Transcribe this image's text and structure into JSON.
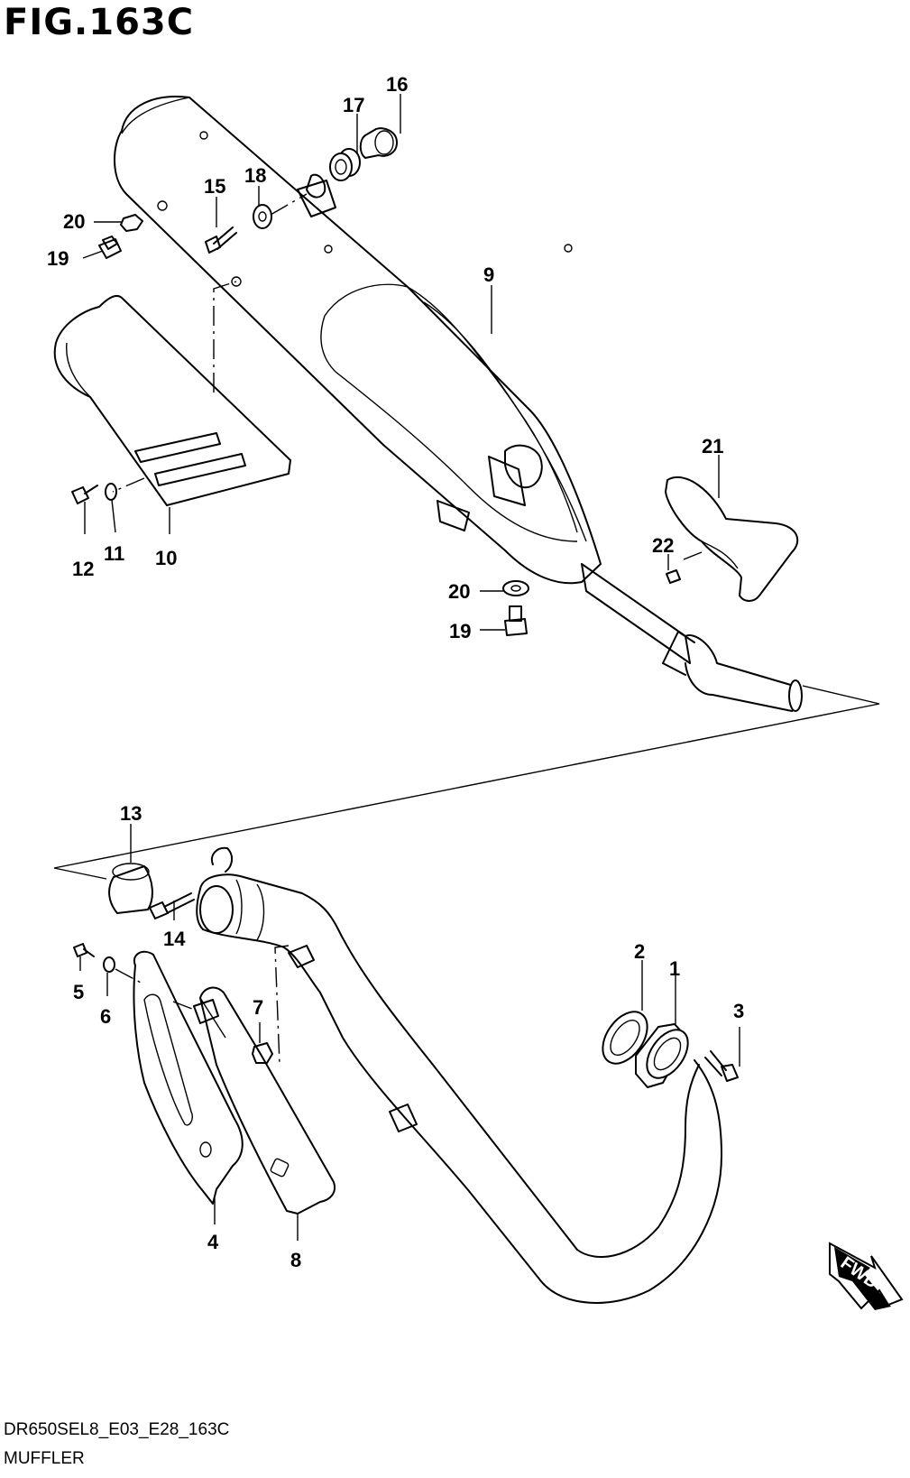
{
  "figure": {
    "title": "FIG.163C",
    "code": "DR650SEL8_E03_E28_163C",
    "name": "MUFFLER",
    "fwd_label": "FWD"
  },
  "callouts": [
    "1",
    "2",
    "3",
    "4",
    "5",
    "6",
    "7",
    "8",
    "9",
    "10",
    "11",
    "12",
    "13",
    "14",
    "15",
    "16",
    "17",
    "18",
    "19",
    "20",
    "21",
    "22"
  ],
  "callouts_repeat": [
    "19",
    "20"
  ]
}
